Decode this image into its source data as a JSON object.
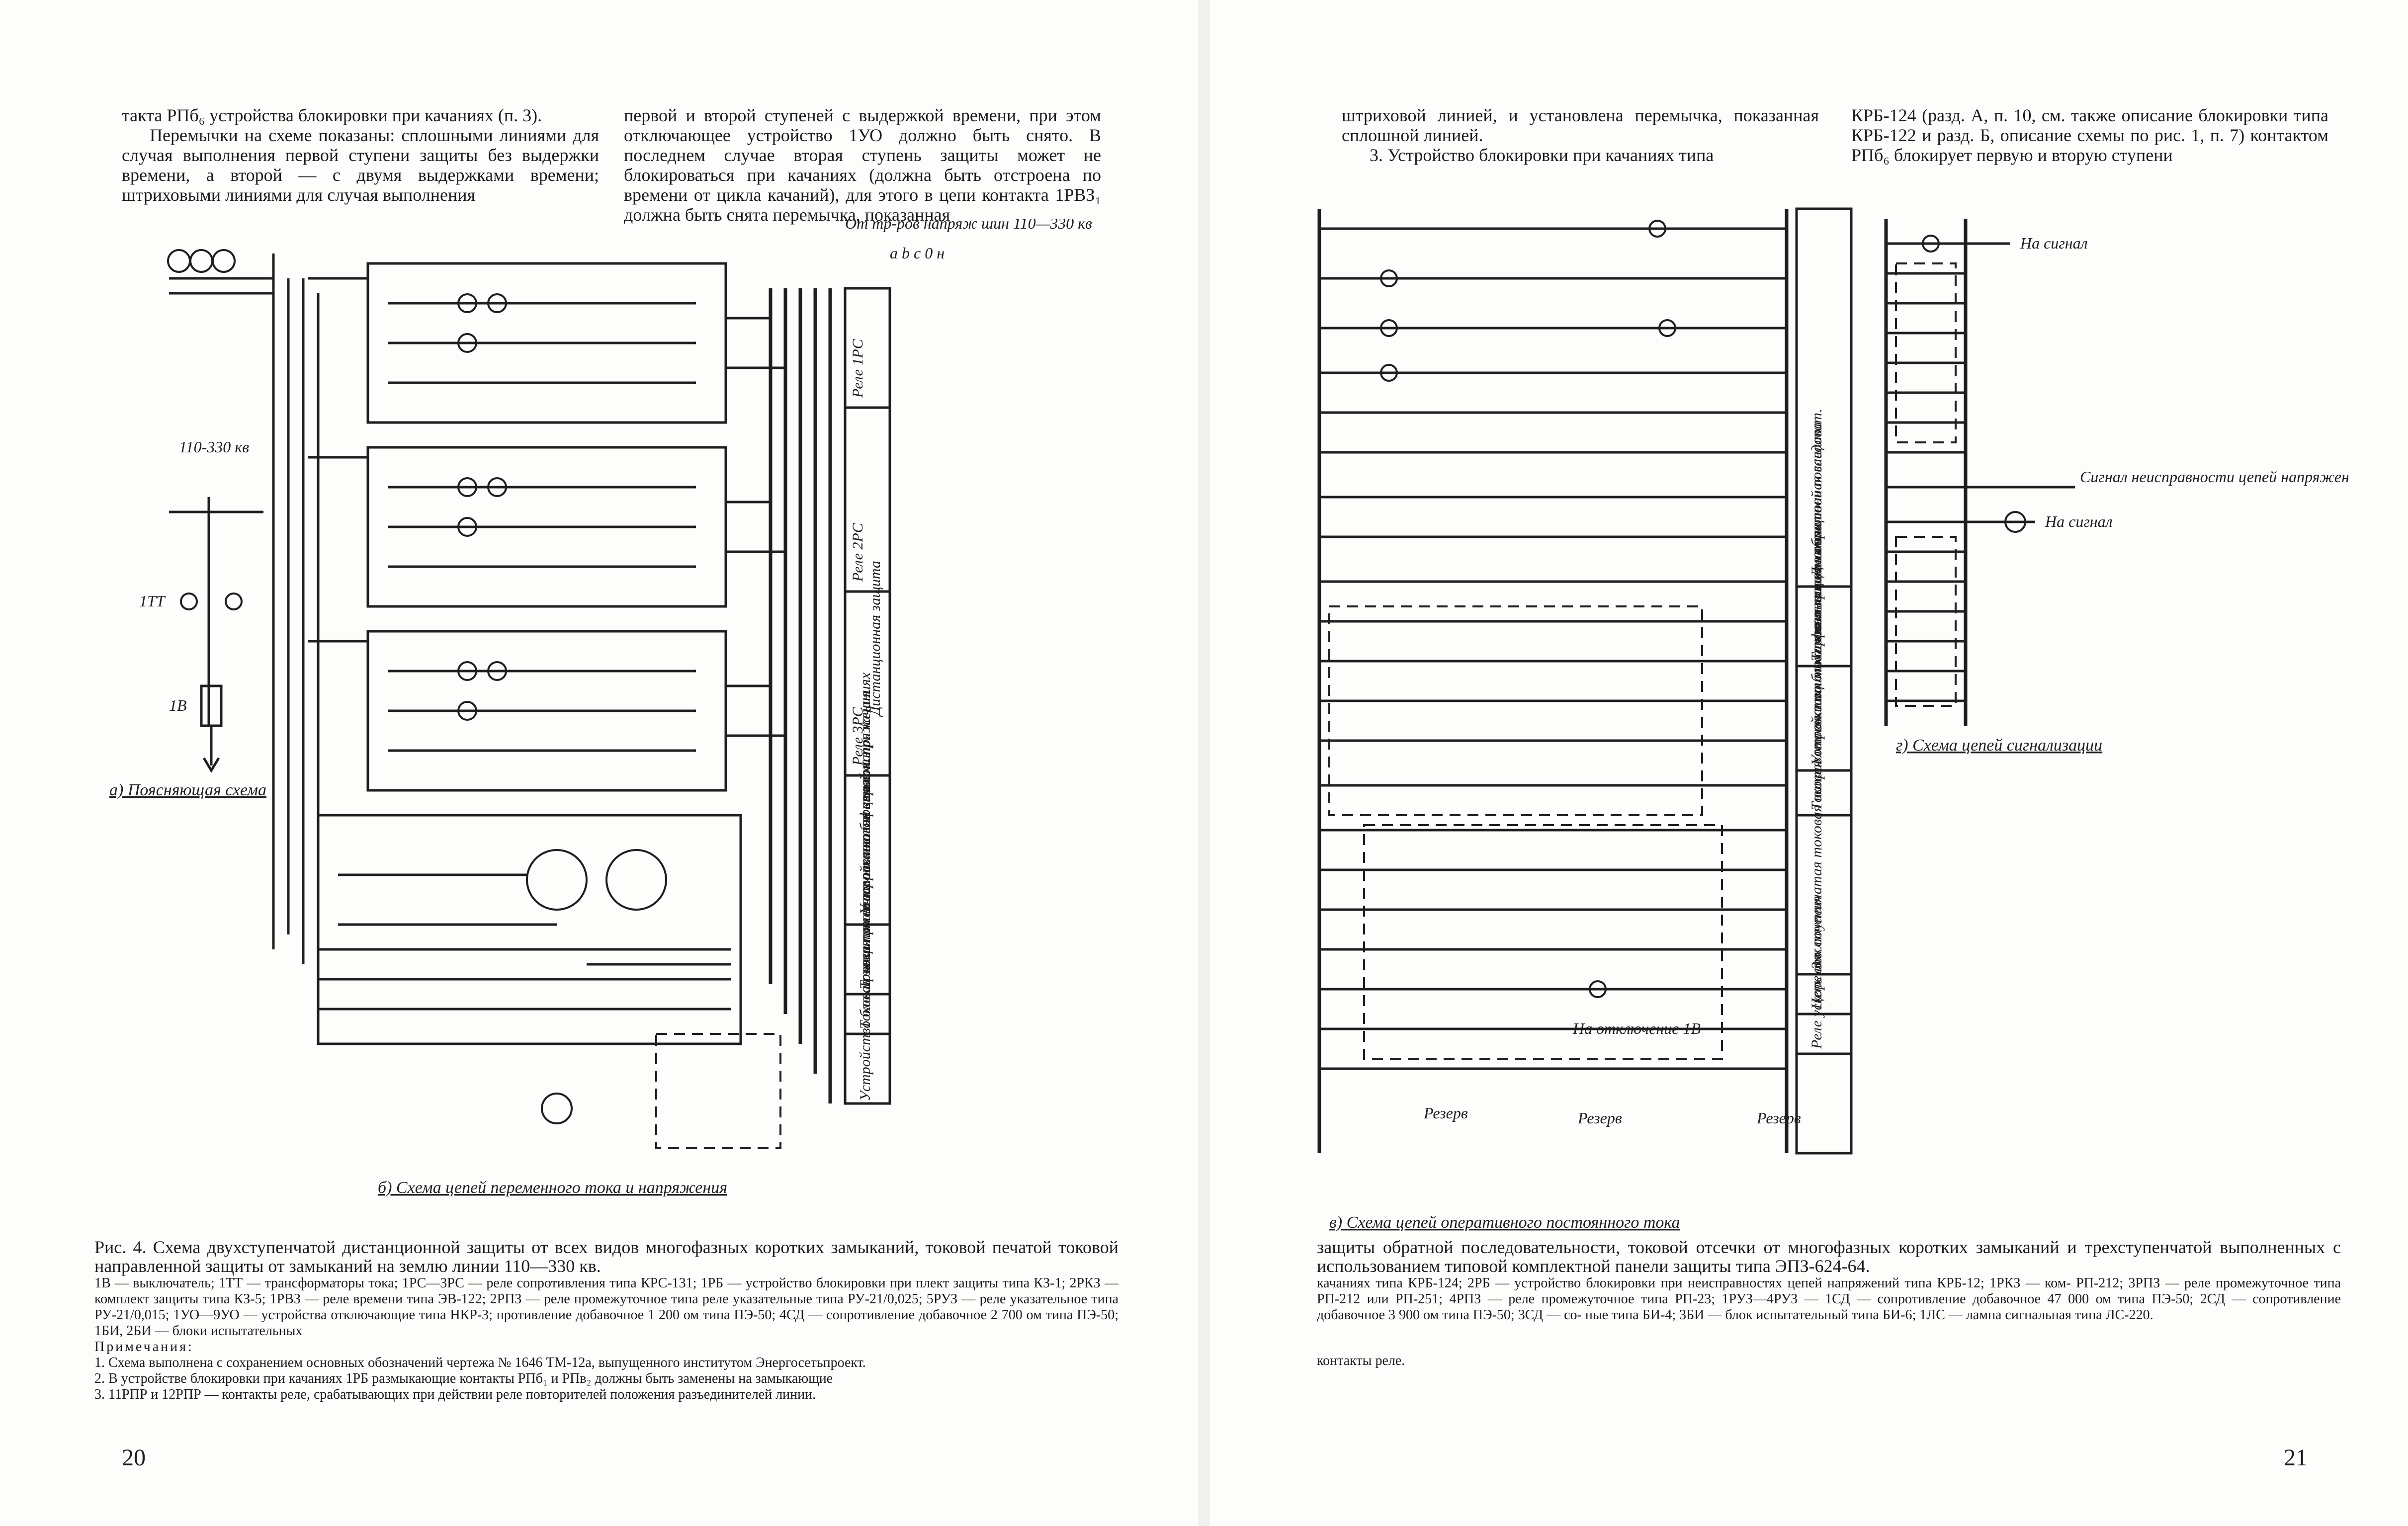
{
  "left_page": {
    "col1": {
      "p1": "такта РПб₆ устройства блокировки при качаниях (п. 3).",
      "p2": "Перемычки на схеме показаны: сплошными линиями для случая выполнения первой ступени защиты без выдержки времени, а второй — с двумя выдержками времени; штриховыми линиями для случая выполнения"
    },
    "col2": {
      "p1": "первой и второй ступеней с выдержкой времени, при этом отключающее устройство 1УО должно быть снято. В последнем случае вторая ступень защиты может не блокироваться при качаниях (должна быть отстроена по времени от цикла качаний), для этого в цепи контакта 1РВЗ₁ должна быть снята перемычка, показанная"
    },
    "schematic_labels": {
      "top_right": "От тр-ров напряж шин 110—330 кв",
      "phases": "a b c 0 н",
      "line_voltage": "110-330 кв",
      "ct": "1ТТ",
      "breaker": "1В",
      "sub_a": "а) Поясняющая схема",
      "sub_b": "б) Схема цепей переменного тока и напряжения",
      "side_relay_1": "Реле 1РС",
      "side_relay_2": "Реле 2РС",
      "side_relay_3": "Реле 3РС",
      "side_distance": "Дистанционная защита",
      "side_blocking": "Устройство блокировки при качаниях",
      "side_overcurrent": "Токовая отсечка от многофазных к.з",
      "side_earth": "Токовая защита от замыкании на землю",
      "side_voltage_fault": "Устройство блокировки при неисправностях цепей напряжения"
    },
    "caption": {
      "title": "Рис. 4. Схема двухступенчатой дистанционной защиты от всех видов многофазных коротких замыканий, токовой печатой токовой направленной защиты от замыканий на землю линии 110—330 кв.",
      "legend": "1В — выключатель; 1ТТ — трансформаторы тока; 1РС—3РС — реле сопротивления типа КРС-131; 1РБ — устройство блокировки при плект защиты типа КЗ-1; 2РКЗ — комплект защиты типа КЗ-5; 1РВЗ — реле времени типа ЭВ-122; 2РПЗ — реле промежуточное типа реле указательные типа РУ-21/0,025; 5РУЗ — реле указательное типа РУ-21/0,015; 1УО—9УО — устройства отключающие типа НКР-3; противление добавочное 1 200 ом типа ПЭ-50; 4СД — сопротивление добавочное 2 700 ом типа ПЭ-50; 1БИ, 2БИ — блоки испытательных",
      "notes_title": "Примечания:",
      "note1": "1. Схема выполнена с сохранением основных обозначений чертежа № 1646 ТМ-12а, выпущенного институтом Энергосетьпроект.",
      "note2": "2. В устройстве блокировки при качаниях 1РБ размыкающие контакты РПб₁ и РПв₂ должны быть заменены на замыкающие",
      "note3": "3. 11РПР и 12РПР — контакты реле, срабатывающих при действии реле повторителей положения разъединителей линии."
    },
    "page_number": "20"
  },
  "right_page": {
    "col1": {
      "p1": "штриховой линией, и установлена перемычка, показанная сплошной линией.",
      "p2": "3. Устройство блокировки при качаниях типа"
    },
    "col2": {
      "p1": "КРБ-124 (разд. А, п. 10, см. также описание блокировки типа КРБ-122 и разд. Б, описание схемы по рис. 1, п. 7) контактом РПб₆ блокирует первую и вторую ступени"
    },
    "schematic_labels": {
      "sub_v": "в) Схема цепей оперативного постоянного тока",
      "sub_g": "г) Схема цепей сигнализации",
      "signal_1": "На сигнал",
      "signal_2": "Сигнал неисправности цепей напряжения",
      "signal_3": "На сигнал",
      "trip": "На отключение 1В",
      "reserve_1": "Резерв",
      "reserve_2": "Резерв",
      "reserve_3": "Резерв",
      "side_distance": "Дистанционная защита",
      "side_negseq": "Токовая защита обратной последоват.",
      "side_blocking": "Устройство блокировки при качаниях",
      "side_overcurrent": "Токовая отсечка от многофазных к.з",
      "side_earth": "3-х ступенчатая токовая направленная защита от замыкания на землю",
      "side_trip": "Цепь отключения",
      "side_accel": "Реле ускорения"
    },
    "caption": {
      "title": "защиты обратной последовательности, токовой отсечки от многофазных коротких замыканий и трехступенчатой выполненных с использованием типовой комплектной панели защиты типа ЭПЗ-624-64.",
      "legend": "качаниях типа КРБ-124; 2РБ — устройство блокировки при неисправностях цепей напряжений типа КРБ-12; 1РКЗ — ком- РП-212; 3РПЗ — реле промежуточное типа РП-212 или РП-251; 4РПЗ — реле промежуточное типа РП-23; 1РУЗ—4РУЗ — 1СД — сопротивление добавочное 47 000 ом типа ПЭ-50; 2СД — сопротивление добавочное 3 900 ом типа ПЭ-50; 3СД — со- ные типа БИ-4; 3БИ — блок испытательный типа БИ-6; 1ЛС — лампа сигнальная типа ЛС-220.",
      "tail": "контакты реле."
    },
    "page_number": "21"
  }
}
